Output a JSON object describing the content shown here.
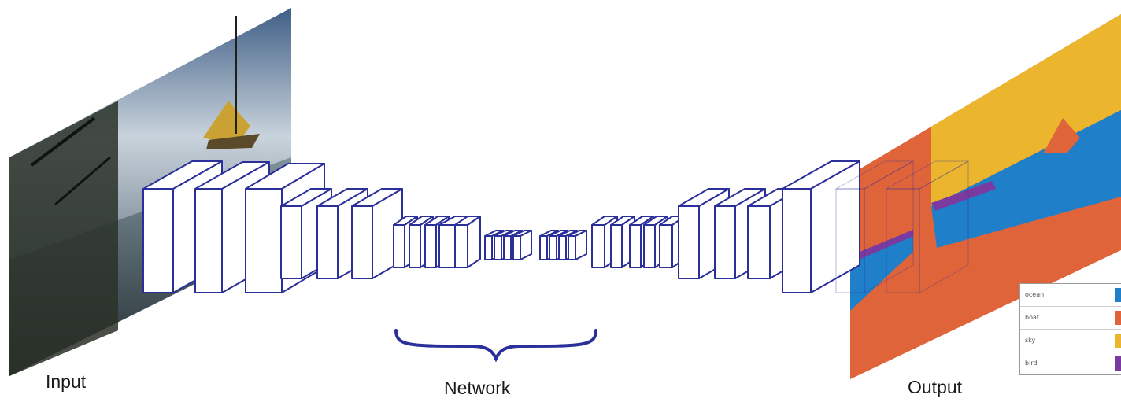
{
  "labels": {
    "input": "Input",
    "network": "Network",
    "output": "Output"
  },
  "legend": [
    {
      "label": "ocean",
      "color": "#1f7fc8"
    },
    {
      "label": "boat",
      "color": "#e0643a"
    },
    {
      "label": "sky",
      "color": "#ecb52e"
    },
    {
      "label": "bird",
      "color": "#7b3aa0"
    }
  ],
  "colors": {
    "network_stroke": "#2b2f9a",
    "ocean": "#1f7fc8",
    "boat": "#e0643a",
    "sky": "#ecb52e",
    "bird": "#7b3aa0"
  }
}
